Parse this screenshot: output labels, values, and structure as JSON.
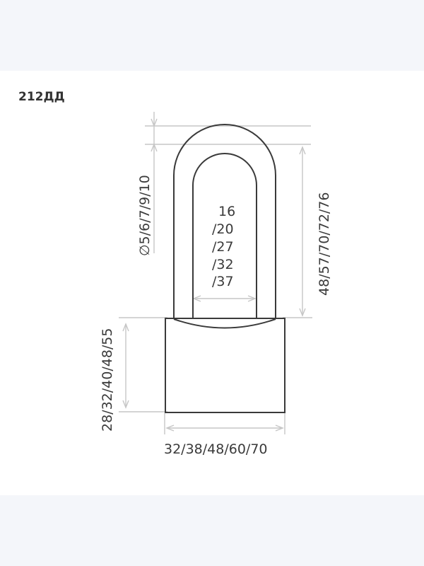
{
  "model": "212ДД",
  "dimensions": {
    "shackle_diameter": "∅5/6/7/9/10",
    "shackle_inner_width": [
      "16",
      "/20",
      "/27",
      "/32",
      "/37"
    ],
    "shackle_height": "48/57/70/72/76",
    "body_height": "28/32/40/48/55",
    "body_width": "32/38/48/60/70"
  },
  "colors": {
    "outline": "#3a3a3a",
    "dimension_line": "#c6c6c6",
    "background": "#f4f6fa",
    "panel": "#ffffff"
  }
}
